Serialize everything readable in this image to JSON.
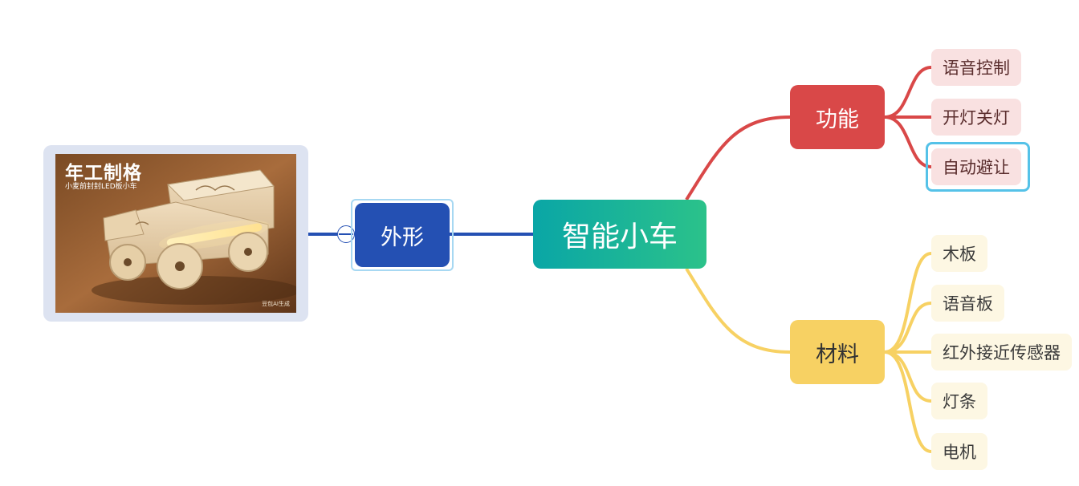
{
  "map": {
    "root": "智能小车",
    "branches": {
      "function": {
        "label": "功能",
        "color": "#d94848",
        "items": [
          "语音控制",
          "开灯关灯",
          "自动避让"
        ],
        "selected_item": "自动避让"
      },
      "material": {
        "label": "材料",
        "color": "#f7d163",
        "items": [
          "木板",
          "语音板",
          "红外接近传感器",
          "灯条",
          "电机"
        ]
      },
      "appearance": {
        "label": "外形",
        "color": "#2450b3",
        "image": {
          "title": "年工制格",
          "subtitle": "小麦前封封LED板小车",
          "watermark": "豆包AI生成"
        }
      }
    }
  }
}
